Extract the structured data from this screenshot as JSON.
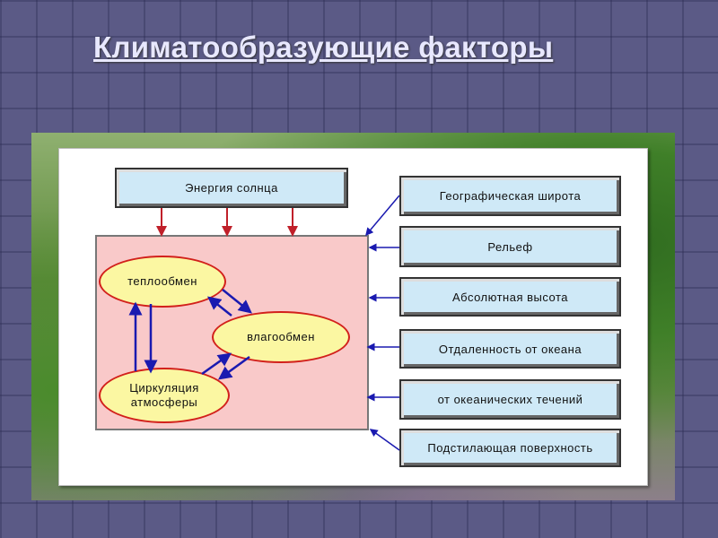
{
  "slide": {
    "title": "Климатообразующие факторы "
  },
  "diagram": {
    "source": "Энергия солнца",
    "cycles": [
      "теплообмен",
      "влагообмен",
      "Циркуляция атмосферы"
    ],
    "factors": [
      "Географическая широта",
      "Рельеф",
      "Абсолютная высота",
      "Отдаленность от океана",
      "от океанических течений",
      "Подстилающая поверхность"
    ],
    "colors": {
      "sun_arrow": "#c0202a",
      "cycle_arrow": "#1a1ab0",
      "box_fill": "#cfe9f7",
      "area_fill": "#f9c9c9",
      "ellipse_fill": "#fbf7a2"
    }
  }
}
